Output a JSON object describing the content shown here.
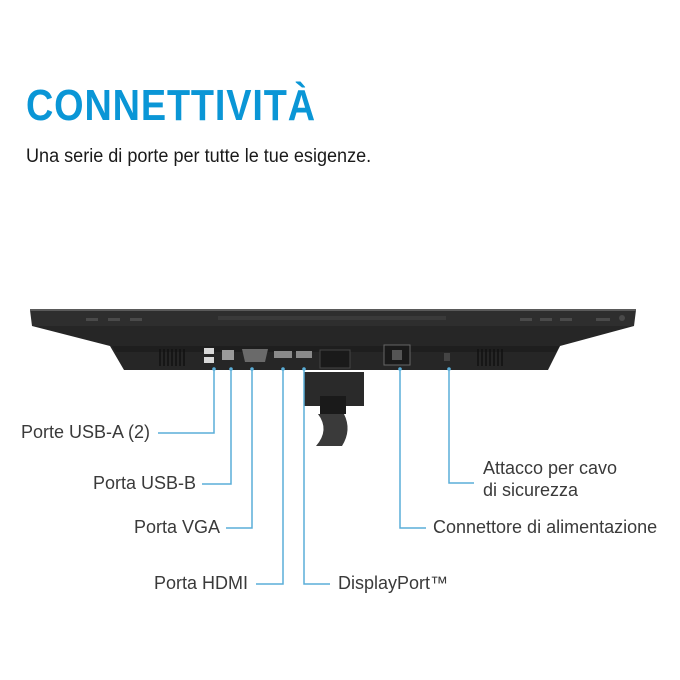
{
  "header": {
    "title": "CONNETTIVITÀ",
    "subtitle": "Una serie di porte per tutte le tue esigenze."
  },
  "ports": {
    "usb_a": "Porte USB-A (2)",
    "usb_b": "Porta USB-B",
    "vga": "Porta VGA",
    "hdmi": "Porta HDMI",
    "displayport": "DisplayPort™",
    "power": "Connettore di alimentazione",
    "security_line1": "Attacco per cavo",
    "security_line2": "di sicurezza"
  },
  "colors": {
    "accent": "#0a96d6",
    "leader_line": "#5aaed8",
    "monitor_body": "#2b2b2b"
  }
}
